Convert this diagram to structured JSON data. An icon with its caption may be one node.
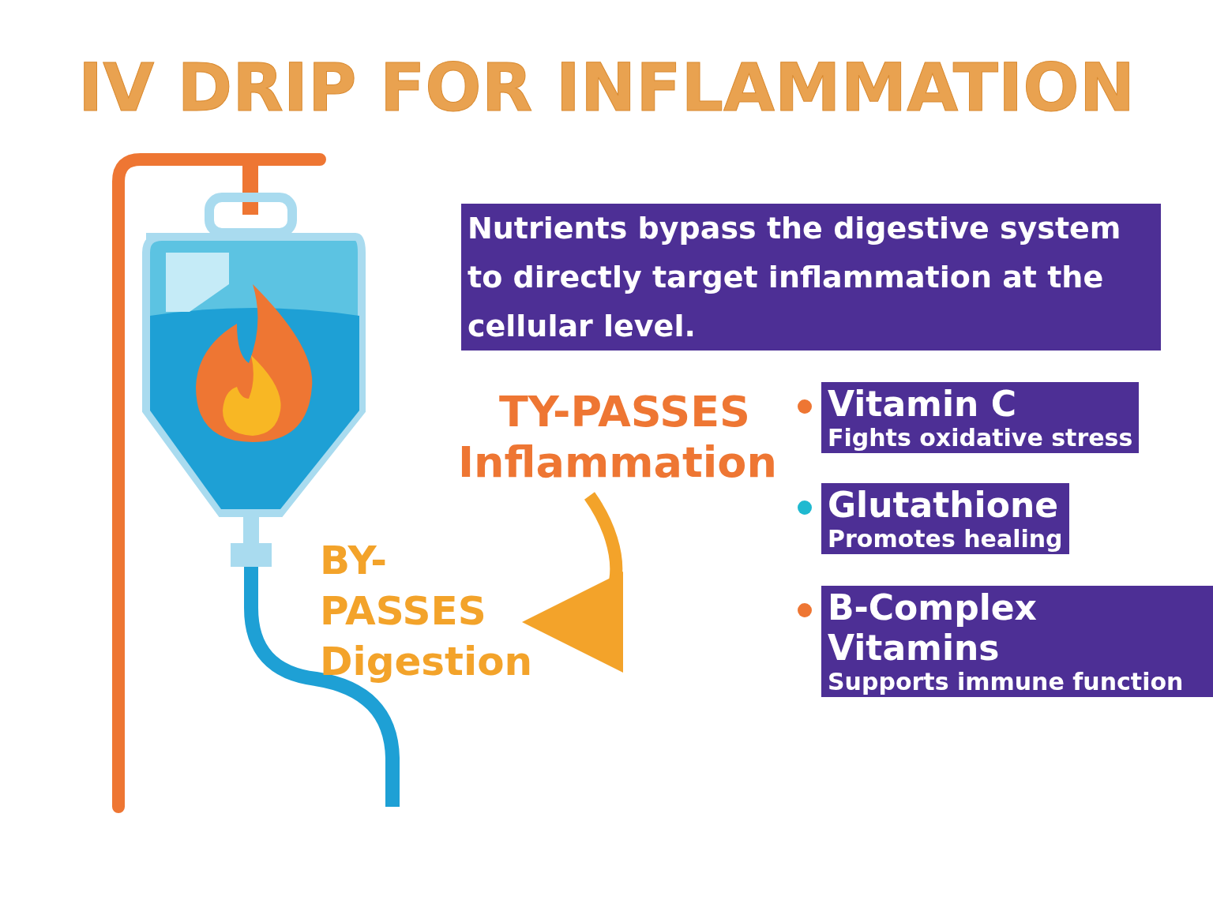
{
  "diagram": {
    "title": "IV DRIP FOR INFLAMMATION",
    "nodes": [
      {
        "text": [
          "TY-PASSES",
          "Inflammation"
        ]
      },
      {
        "text": [
          "BY-PASSES",
          "Digestion"
        ]
      }
    ],
    "edges": [
      {
        "from": 0,
        "to": 1,
        "arrow": "to"
      }
    ],
    "labels": [
      "Nutrients bypass the digestive system to directly target inflammation at the cellular level.",
      "Vitamin C",
      "Fights oxidative stress",
      "Glutathione",
      "Promotes healing",
      "B-Complex Vitamins",
      "Supports immune function"
    ]
  }
}
